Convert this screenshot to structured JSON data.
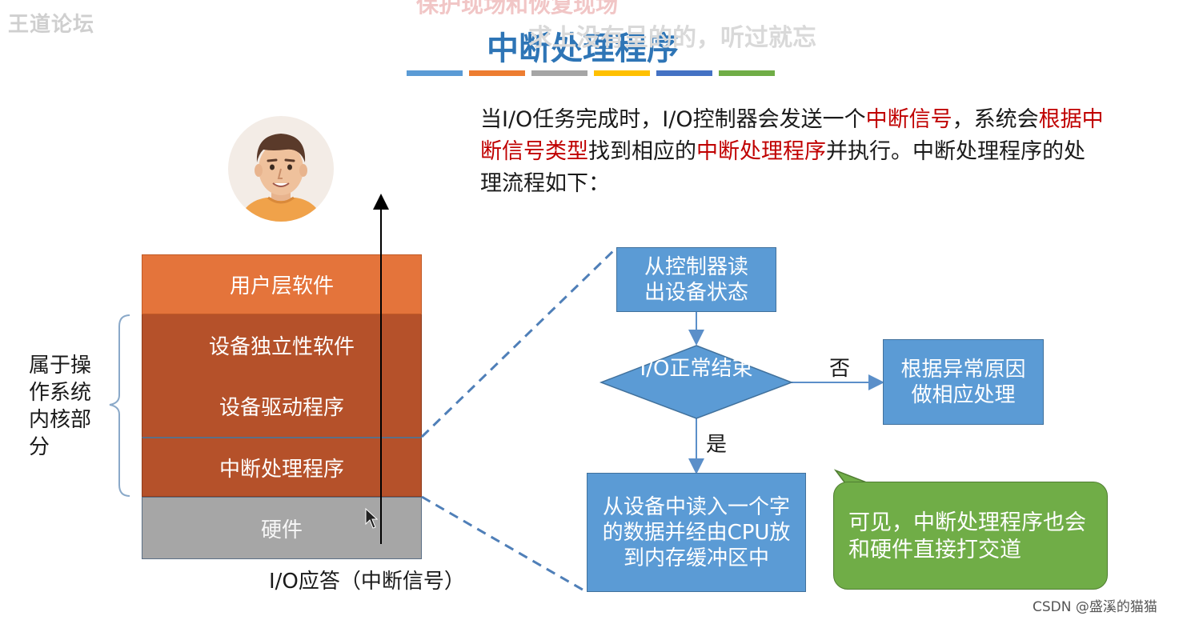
{
  "watermarks": {
    "top_left": "王道论坛",
    "top_center": "保护现场和恢复现场"
  },
  "overlay_caption": "求上没有呈的的，听过就忘",
  "title": "中断处理程序",
  "title_bar_colors": [
    "#5b9bd5",
    "#ed7d31",
    "#a5a5a5",
    "#ffc000",
    "#4472c4",
    "#70ad47"
  ],
  "intro": {
    "p1": "当I/O任务完成时，I/O控制器会发送一个",
    "h1": "中断信号",
    "p2": "，系统会",
    "h2": "根据中断信号类型",
    "p3": "找到相应的",
    "h3": "中断处理程序",
    "p4": "并执行。中断处理程序的处理流程如下："
  },
  "layers": {
    "user": "用户层软件",
    "device_independent": "设备独立性软件",
    "driver": "设备驱动程序",
    "interrupt_handler": "中断处理程序",
    "hardware": "硬件"
  },
  "kernel_label": "属于操作系统内核部分",
  "io_answer_label": "I/O应答（中断信号）",
  "flowchart": {
    "read_status": "从控制器读出设备状态",
    "decision": "I/O正常结束",
    "no_label": "否",
    "yes_label": "是",
    "abnormal_handling": "根据异常原因做相应处理",
    "transfer": "从设备中读入一个字的数据并经由CPU放到内存缓冲区中"
  },
  "note": "可见，中断处理程序也会和硬件直接打交道",
  "credit": "CSDN @盛溪的猫猫",
  "colors": {
    "title": "#2e75b6",
    "highlight": "#c00000",
    "user_layer": "#e4743b",
    "kernel_layer": "#b5512a",
    "hardware_layer": "#a6a6a6",
    "flow_box": "#5b9bd5",
    "note": "#70ad47"
  }
}
